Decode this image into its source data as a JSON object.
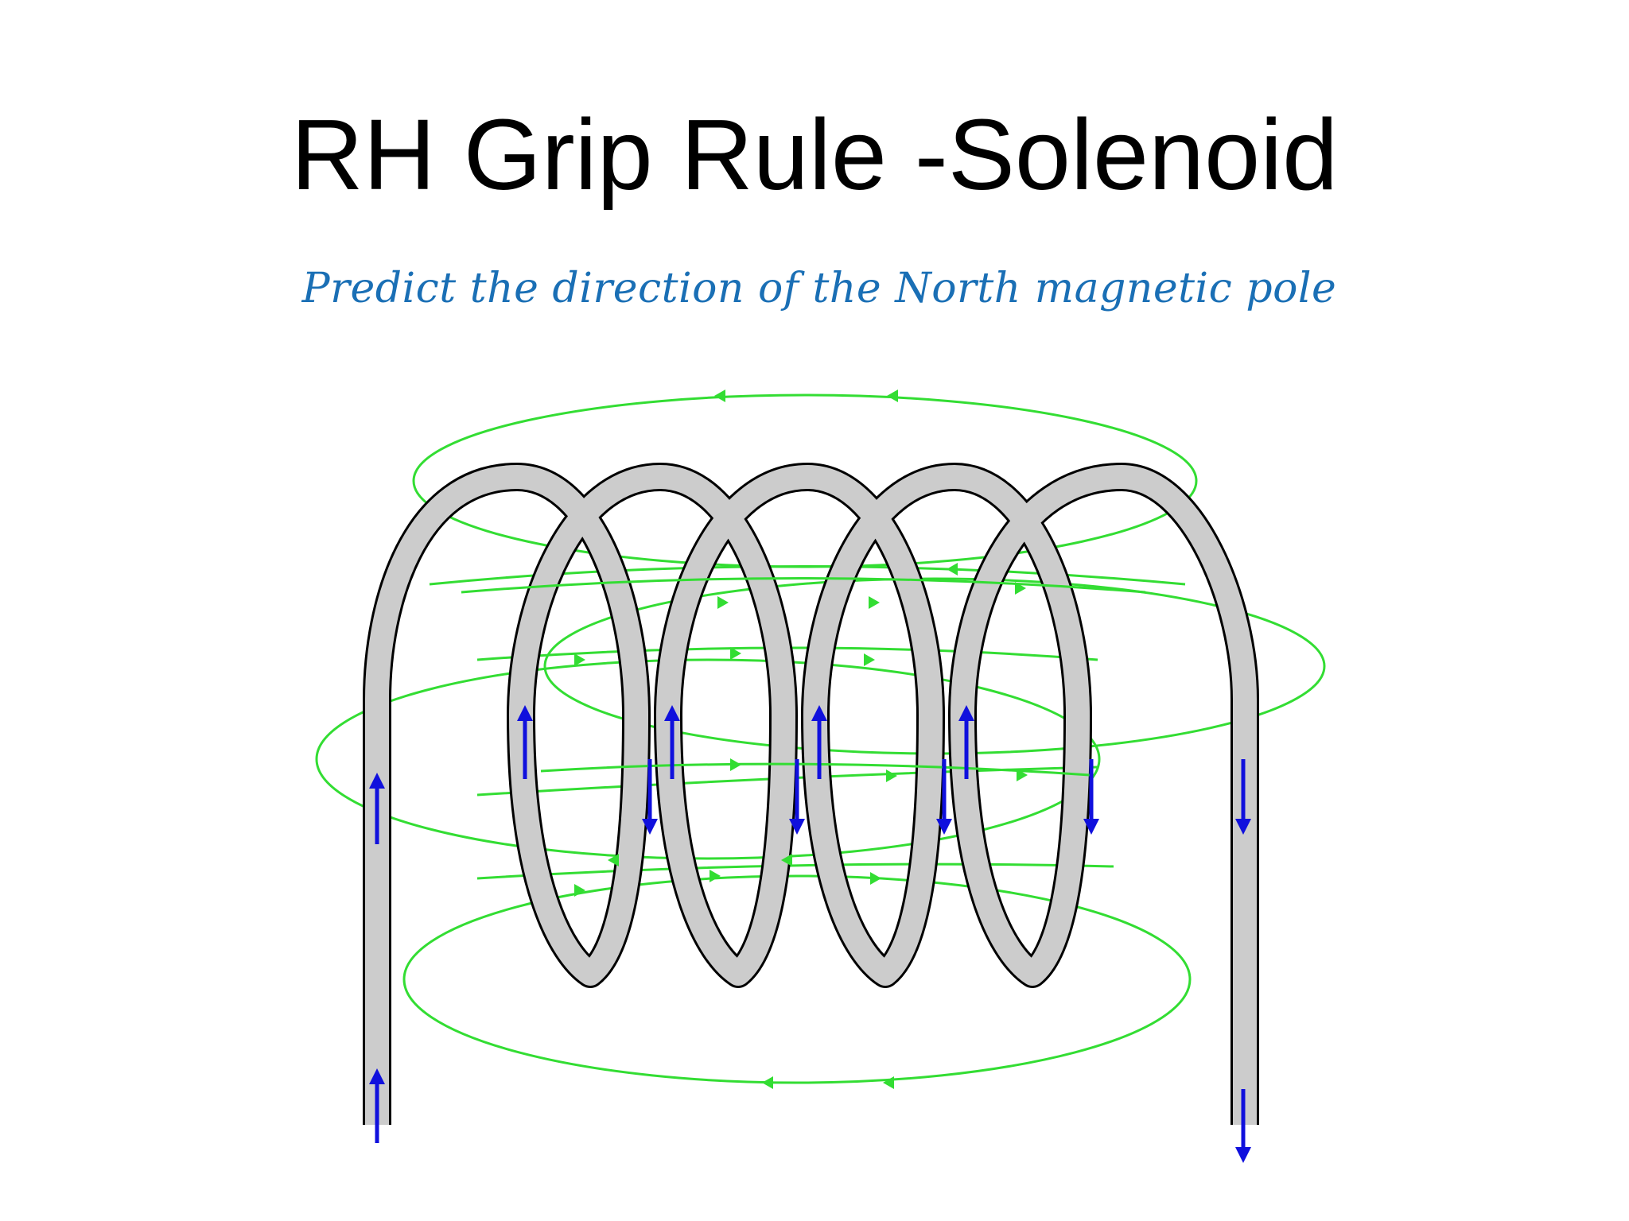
{
  "slide": {
    "title": "RH Grip Rule -Solenoid",
    "subtitle": "Predict the direction of the North magnetic pole"
  },
  "diagram": {
    "turns": 4,
    "colors": {
      "wire": "#cccccc",
      "wire_edge": "#000000",
      "field_lines": "#33dd33",
      "current_arrows": "#1010dd",
      "subtitle": "#1a6fb5"
    },
    "current_direction_left_lead": "up",
    "current_direction_right_lead": "down",
    "field_direction_inside": "right",
    "field_direction_outside": "left"
  }
}
